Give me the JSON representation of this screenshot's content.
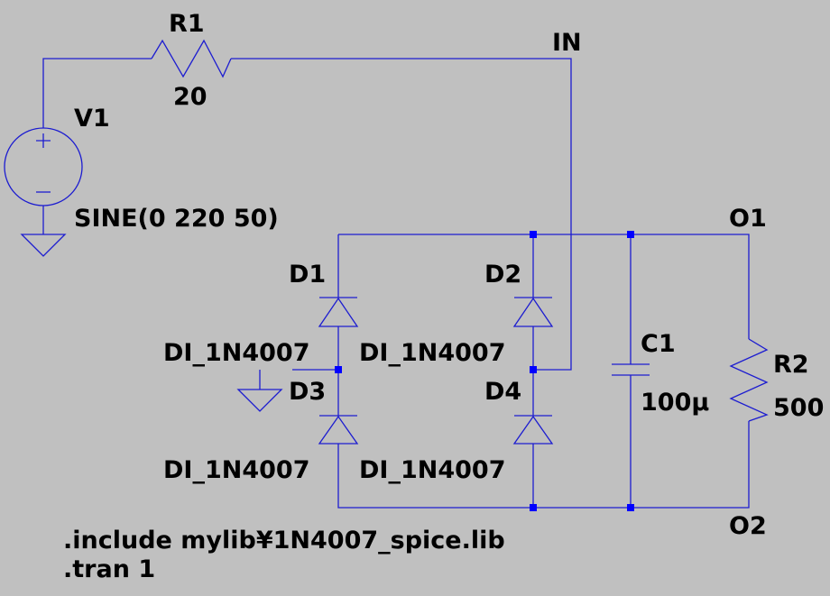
{
  "components": {
    "V1": {
      "name": "V1",
      "value": "SINE(0 220 50)"
    },
    "R1": {
      "name": "R1",
      "value": "20"
    },
    "R2": {
      "name": "R2",
      "value": "500"
    },
    "C1": {
      "name": "C1",
      "value": "100µ"
    },
    "D1": {
      "name": "D1",
      "model": "DI_1N4007"
    },
    "D2": {
      "name": "D2",
      "model": "DI_1N4007"
    },
    "D3": {
      "name": "D3",
      "model": "DI_1N4007"
    },
    "D4": {
      "name": "D4",
      "model": "DI_1N4007"
    }
  },
  "nets": {
    "in": "IN",
    "o1": "O1",
    "o2": "O2"
  },
  "directives": [
    ".include mylib¥1N4007_spice.lib",
    ".tran 1"
  ],
  "colors": {
    "background": "#c0c0c0",
    "wire": "#1c1cd0",
    "junction": "#0000ff",
    "text": "#000000"
  }
}
